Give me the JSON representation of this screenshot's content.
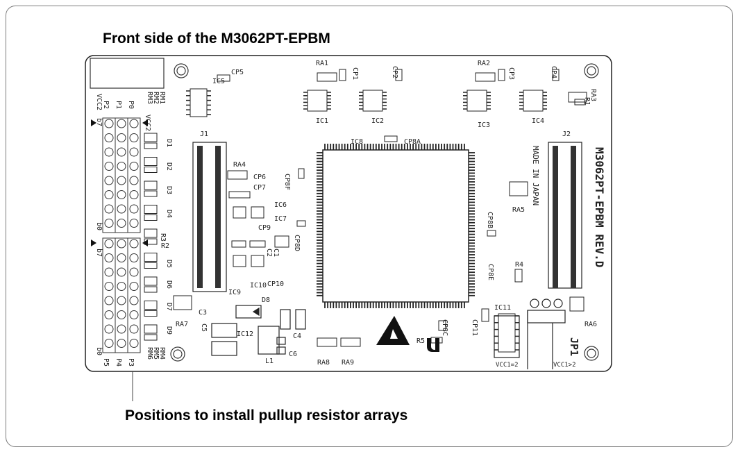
{
  "title": "Front side of the M3062PT-EPBM",
  "caption": "Positions to install pullup resistor arrays",
  "board": {
    "name_label": "M3062PT-EPBM REV.D",
    "made_in": "MADE IN JAPAN",
    "labels": {
      "ic1": "IC1",
      "ic2": "IC2",
      "ic3": "IC3",
      "ic4": "IC4",
      "ic5": "IC5",
      "ic6": "IC6",
      "ic7": "IC7",
      "ic8": "IC8",
      "ic9": "IC9",
      "ic10": "IC10",
      "ic11": "IC11",
      "ic12": "IC12",
      "ra1": "RA1",
      "ra2": "RA2",
      "ra3": "RA3",
      "ra4": "RA4",
      "ra5": "RA5",
      "ra6": "RA6",
      "ra7": "RA7",
      "ra8": "RA8",
      "ra9": "RA9",
      "cp1": "CP1",
      "cp2": "CP2",
      "cp3": "CP3",
      "cp4": "CP4",
      "cp5": "CP5",
      "cp6": "CP6",
      "cp7": "CP7",
      "cp8a": "CP8A",
      "cp8b": "CP8B",
      "cp8c": "CP8C",
      "cp8d": "CP8D",
      "cp8e": "CP8E",
      "cp8f": "CP8F",
      "cp9": "CP9",
      "cp10": "CP10",
      "cp11": "CP11",
      "c1": "C1",
      "c2": "C2",
      "c3": "C3",
      "c4": "C4",
      "c5": "C5",
      "c6": "C6",
      "j1": "J1",
      "j2": "J2",
      "jp1": "JP1",
      "l1": "L1",
      "r1": "R1",
      "r2": "R2",
      "r3": "R3",
      "r4": "R4",
      "r5": "R5",
      "d1": "D1",
      "d2": "D2",
      "d3": "D3",
      "d4": "D4",
      "d5": "D5",
      "d6": "D6",
      "d7": "D7",
      "d8": "D8",
      "d9": "D9",
      "rm1": "RM1",
      "rm2": "RM2",
      "rm3": "RM3",
      "rm4": "RM4",
      "rm5": "RM5",
      "rm6": "RM6",
      "p0": "P0",
      "p1": "P1",
      "p2": "P2",
      "p3": "P3",
      "p4": "P4",
      "p5": "P5",
      "vcc2": "VCC2",
      "b7": "b7",
      "b0": "b0",
      "vcc1_eq2": "VCC1=2",
      "vcc1_gt2": "VCC1>2"
    }
  }
}
